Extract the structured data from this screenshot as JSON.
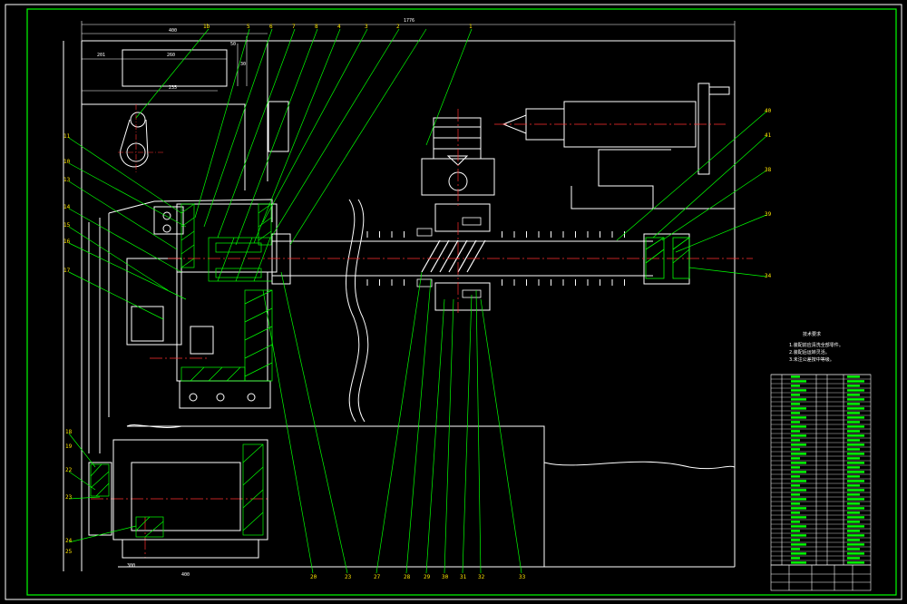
{
  "drawing": {
    "overall_dimension": "1776",
    "dimensions": [
      "400",
      "201",
      "260",
      "30",
      "50",
      "235",
      "300",
      "400"
    ],
    "leader_numbers_top": [
      "1b",
      "5",
      "6",
      "7",
      "8",
      "4",
      "3",
      "2",
      "1"
    ],
    "leader_numbers_left": [
      "11",
      "10",
      "13",
      "14",
      "15",
      "16",
      "17"
    ],
    "leader_numbers_right": [
      "40",
      "41",
      "38",
      "39",
      "34"
    ],
    "leader_numbers_bottom": [
      "20",
      "23",
      "27",
      "28",
      "29",
      "30",
      "31",
      "32",
      "33"
    ],
    "leader_numbers_lower_left": [
      "18",
      "19",
      "22",
      "23",
      "24",
      "25"
    ],
    "notes_title": "技术要求",
    "notes_lines": [
      "1.装配前应清洗全部零件。",
      "2.装配后运转灵活。",
      "3.未注公差按中等级。"
    ]
  },
  "colors": {
    "background": "#000000",
    "frame": "#ffffff",
    "outline": "#00ff00",
    "part": "#ffffff",
    "center_line": "#ff3030",
    "leader_label": "#ffe600",
    "hatch": "#00ff00"
  }
}
